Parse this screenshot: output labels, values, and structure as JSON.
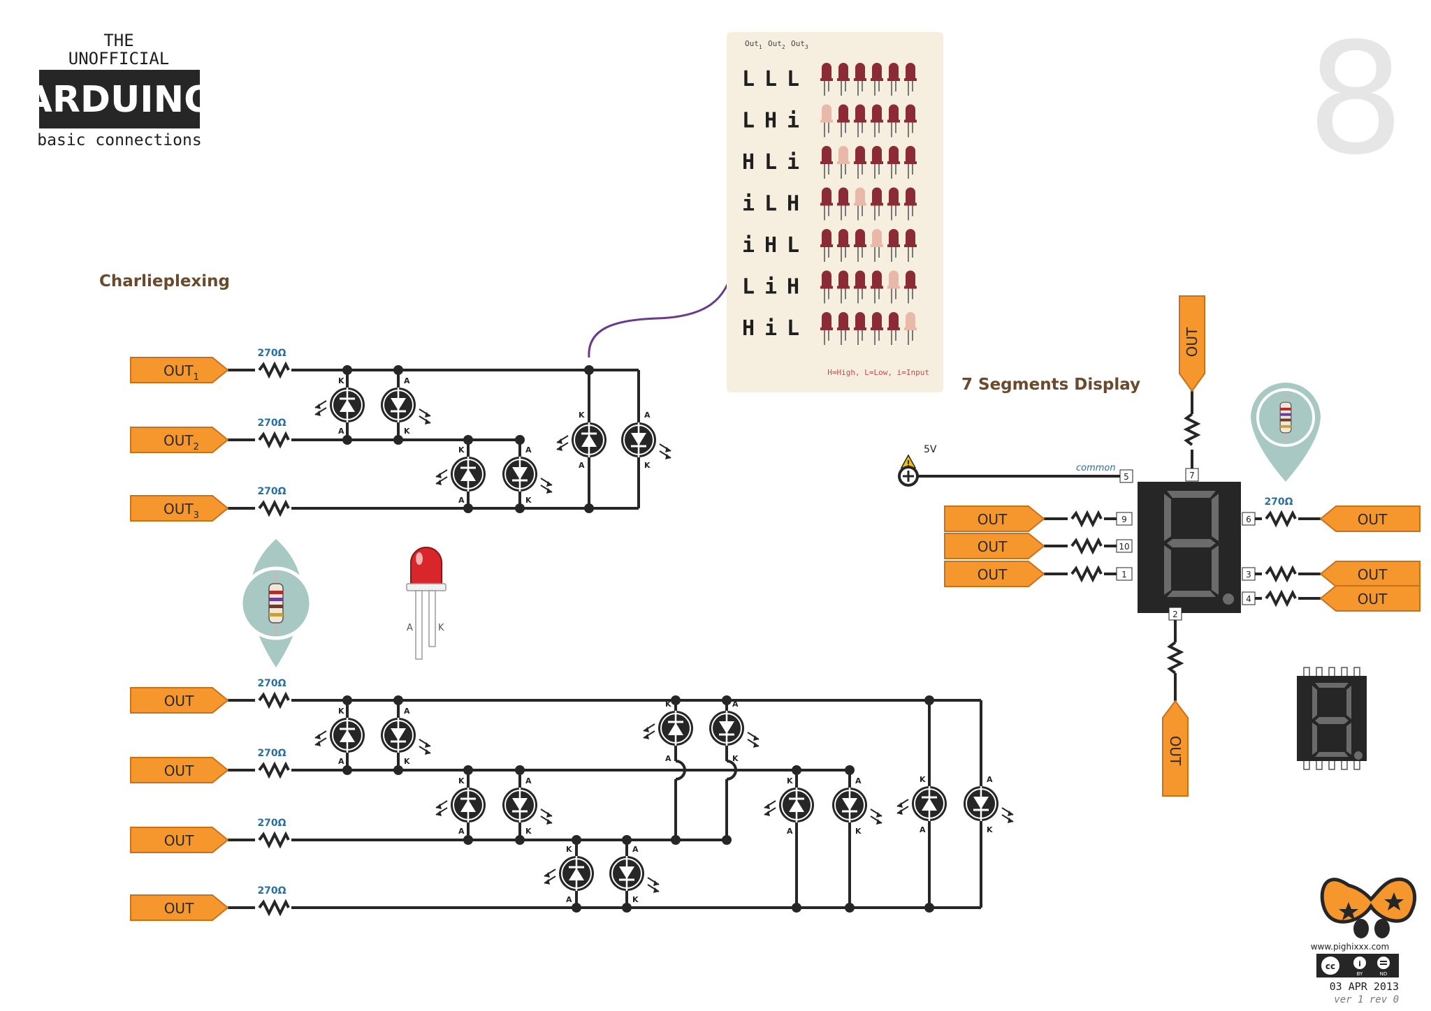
{
  "header": {
    "line1": "THE",
    "line2": "UNOFFICIAL",
    "brand": "ARDUINO",
    "subtitle": "basic connections",
    "page_number": "8"
  },
  "sections": {
    "charlieplexing": "Charlieplexing",
    "seven_segment": "7 Segments Display"
  },
  "charlie3": {
    "outputs": [
      {
        "base": "OUT",
        "sub": "1"
      },
      {
        "base": "OUT",
        "sub": "2"
      },
      {
        "base": "OUT",
        "sub": "3"
      }
    ],
    "resistor": "270Ω",
    "anode": "A",
    "cathode": "K"
  },
  "truth_table": {
    "headers": [
      {
        "base": "Out",
        "sub": "1"
      },
      {
        "base": "Out",
        "sub": "2"
      },
      {
        "base": "Out",
        "sub": "3"
      }
    ],
    "rows": [
      [
        "L",
        "L",
        "L"
      ],
      [
        "L",
        "H",
        "i"
      ],
      [
        "H",
        "L",
        "i"
      ],
      [
        "i",
        "L",
        "H"
      ],
      [
        "i",
        "H",
        "L"
      ],
      [
        "L",
        "i",
        "H"
      ],
      [
        "H",
        "i",
        "L"
      ]
    ],
    "lit_led_index": [
      -1,
      0,
      1,
      2,
      3,
      4,
      5
    ],
    "legend": "H=High, L=Low, i=Input",
    "colors": {
      "led_off": "#8b2b35",
      "led_on": "#e8b9a8",
      "panel": "#f6eedf"
    }
  },
  "led_diagram": {
    "anode": "A",
    "cathode": "K"
  },
  "charlie4": {
    "outputs": [
      "OUT",
      "OUT",
      "OUT",
      "OUT"
    ],
    "resistor": "270Ω",
    "anode": "A",
    "cathode": "K"
  },
  "seven_seg": {
    "warning_icon": "warning-icon",
    "supply": "5V",
    "common_label": "common",
    "resistor": "270Ω",
    "out_label": "OUT",
    "pins": {
      "common": "5",
      "top": "7",
      "left_top": "9",
      "left_mid": "10",
      "left_bot": "1",
      "right_top": "6",
      "right_mid": "3",
      "right_bot": "4",
      "bottom": "2"
    }
  },
  "footer": {
    "site": "www.pighixxx.com",
    "license_sub_by": "BY",
    "license_sub_nd": "ND",
    "date": "03 APR 2013",
    "version": "ver 1 rev 0"
  },
  "colors": {
    "orange": "#f6972e",
    "wire": "#262626",
    "teal": "#a7c8c3",
    "resistor_label": "#2a6fa0",
    "section_title": "#6b4a2c",
    "page_number": "#e6e6e6"
  }
}
